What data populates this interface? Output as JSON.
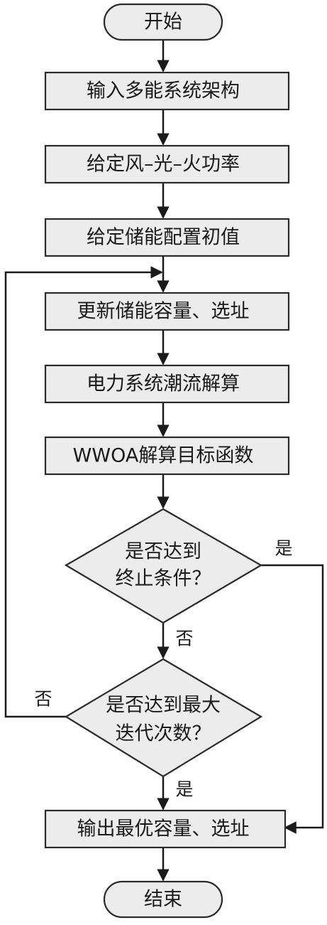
{
  "colors": {
    "node_fill": "#ececec",
    "node_stroke": "#2b2b2b",
    "edge": "#1a1a1a"
  },
  "nodes": {
    "start": "开始",
    "input_arch": "输入多能系统架构",
    "set_power": "给定风–光–火功率",
    "set_storage": "给定储能配置初值",
    "update": "更新储能容量、选址",
    "powerflow": "电力系统潮流解算",
    "wwoa": "WWOA解算目标函数",
    "cond1_line1": "是否达到",
    "cond1_line2": "终止条件？",
    "cond2_line1": "是否达到最大",
    "cond2_line2": "迭代次数？",
    "output": "输出最优容量、选址",
    "end": "结束"
  },
  "edge_labels": {
    "cond1_yes": "是",
    "cond1_no": "否",
    "cond2_yes": "是",
    "cond2_no": "否"
  }
}
